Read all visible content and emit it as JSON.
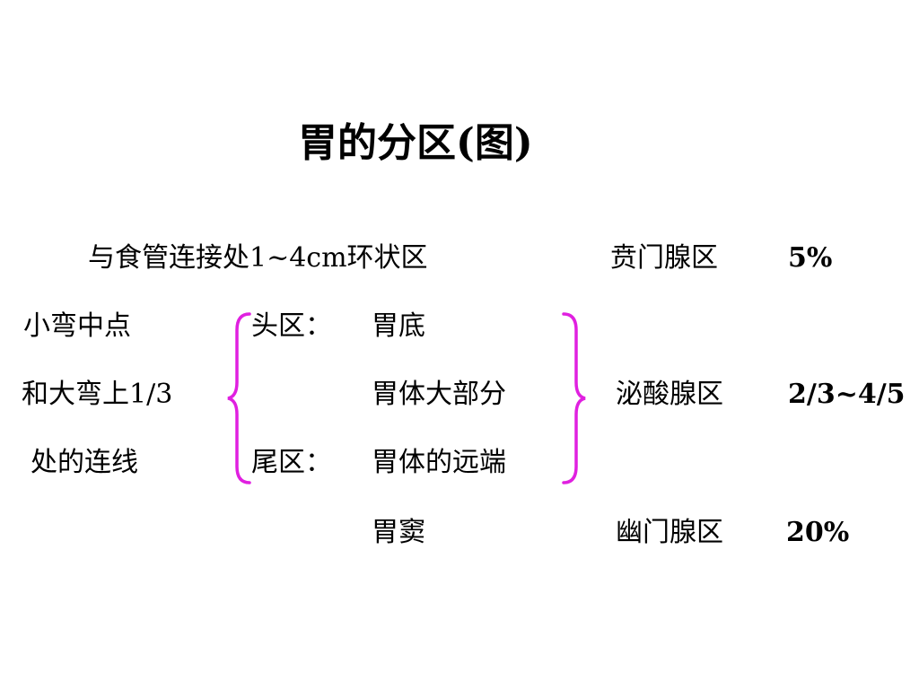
{
  "title": "胃的分区(图)",
  "rows": {
    "cardia": {
      "desc": "与食管连接处1~4cm环状区",
      "gland": "贲门腺区",
      "percent": "5%"
    },
    "line": [
      "小弯中点",
      "和大弯上1/3",
      "处的连线"
    ],
    "head": {
      "label": "头区：",
      "part": "胃底"
    },
    "body_part": "胃体大部分",
    "tail": {
      "label": "尾区：",
      "part": "胃体的远端"
    },
    "fundic": {
      "gland": "泌酸腺区",
      "percent": "2/3~4/5"
    },
    "pyloric": {
      "part": "胃窦",
      "gland": "幽门腺区",
      "percent": "20%"
    }
  },
  "colors": {
    "brace": "#e020e0",
    "text": "#000000",
    "background": "#ffffff"
  }
}
